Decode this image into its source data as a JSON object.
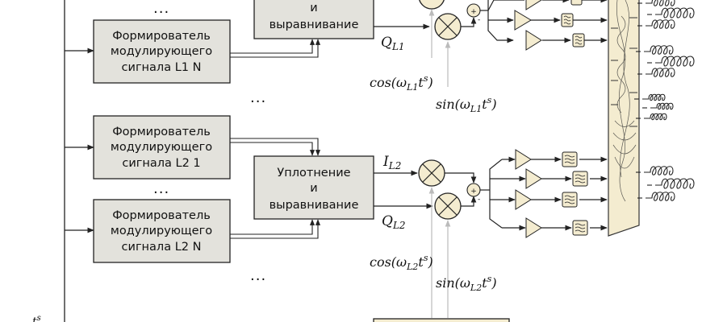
{
  "diagram": {
    "modulator_blocks": [
      {
        "lines": [
          "Формирователь",
          "модулирующего",
          "сигнала L1 N"
        ]
      },
      {
        "lines": [
          "Формирователь",
          "модулирующего",
          "сигнала L2 1"
        ]
      },
      {
        "lines": [
          "Формирователь",
          "модулирующего",
          "сигнала L2 N"
        ]
      }
    ],
    "combiner_blocks": [
      {
        "lines": [
          "",
          "и",
          "выравнивание"
        ]
      },
      {
        "lines": [
          "Уплотнение",
          "и",
          "выравнивание"
        ]
      }
    ],
    "ellipsis": "...",
    "signals": {
      "q_l1": {
        "base": "Q",
        "sub": "L1"
      },
      "i_l2": {
        "base": "I",
        "sub": "L2"
      },
      "q_l2": {
        "base": "Q",
        "sub": "L2"
      },
      "cos_l1": {
        "fn": "cos(ω",
        "sub": "L1",
        "t": "t",
        "sup": "s",
        "close": ")"
      },
      "sin_l1": {
        "fn": "sin(ω",
        "sub": "L1",
        "t": "t",
        "sup": "s",
        "close": ")"
      },
      "cos_l2": {
        "fn": "cos(ω",
        "sub": "L2",
        "t": "t",
        "sup": "s",
        "close": ")"
      },
      "sin_l2": {
        "fn": "sin(ω",
        "sub": "L2",
        "t": "t",
        "sup": "s",
        "close": ")"
      }
    },
    "summer_signs": {
      "plus": "+",
      "minus": "-"
    },
    "left_label": "t",
    "left_label_sup": "s",
    "colors": {
      "box_fill": "#e3e2dc",
      "component_fill": "#f4ecd0",
      "line": "#222222",
      "ref_line": "#bbbbbb"
    }
  }
}
